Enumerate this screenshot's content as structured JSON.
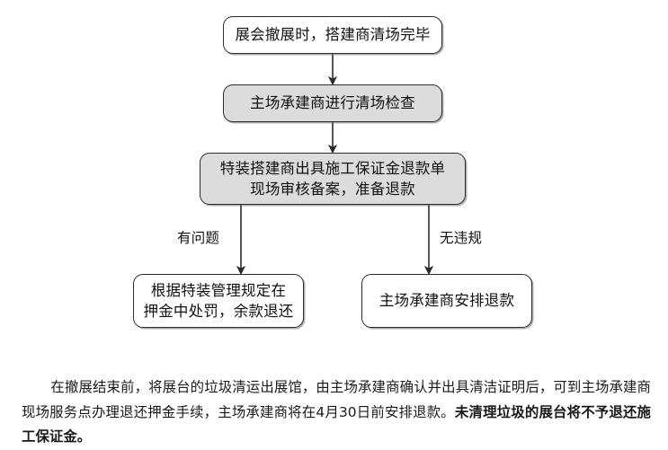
{
  "flowchart": {
    "nodes": [
      {
        "id": "start",
        "label": "展会撤展时，搭建商清场完毕",
        "style": "white"
      },
      {
        "id": "check",
        "label": "主场承建商进行清场检查",
        "style": "gray"
      },
      {
        "id": "issue",
        "label": "特装搭建商出具施工保证金退款单\n现场审核备案，准备退款",
        "style": "gray"
      },
      {
        "id": "penalty",
        "label": "根据特装管理规定在\n押金中处罚，余款退还",
        "style": "white"
      },
      {
        "id": "refund",
        "label": "主场承建商安排退款",
        "style": "white"
      }
    ],
    "edge_labels": {
      "left": "有问题",
      "right": "无违规"
    },
    "colors": {
      "fill_gray": "#dcdcdc",
      "fill_white": "#ffffff",
      "stroke": "#2b2b2b",
      "text": "#111111",
      "shadow": "#6e6e6e"
    }
  },
  "note": {
    "indent": "　　",
    "text_normal": "在撤展结束前，将展台的垃圾清运出展馆，由主场承建商确认并出具清洁证明后，可到主场承建商现场服务点办理退还押金手续，主场承建商将在4月30日前安排退款。",
    "text_bold": "未清理垃圾的展台将不予退还施工保证金。"
  }
}
